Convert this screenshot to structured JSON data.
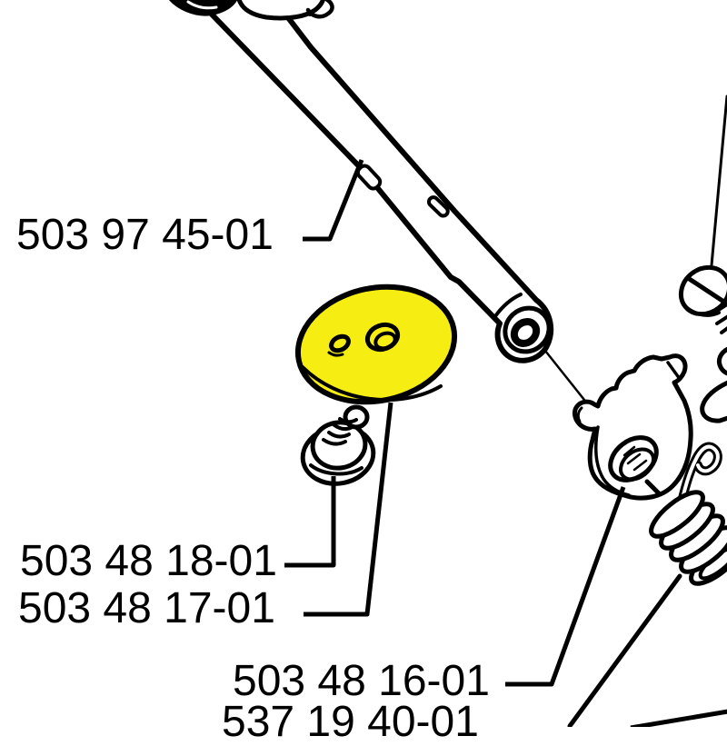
{
  "diagram": {
    "background_color": "#ffffff",
    "line_color": "#000000",
    "highlight_color": "#f6ee13",
    "labels": [
      "503 97 45-01",
      "503 48 18-01",
      "503 48 17-01",
      "503 48 16-01",
      "537 19 40-01"
    ]
  }
}
